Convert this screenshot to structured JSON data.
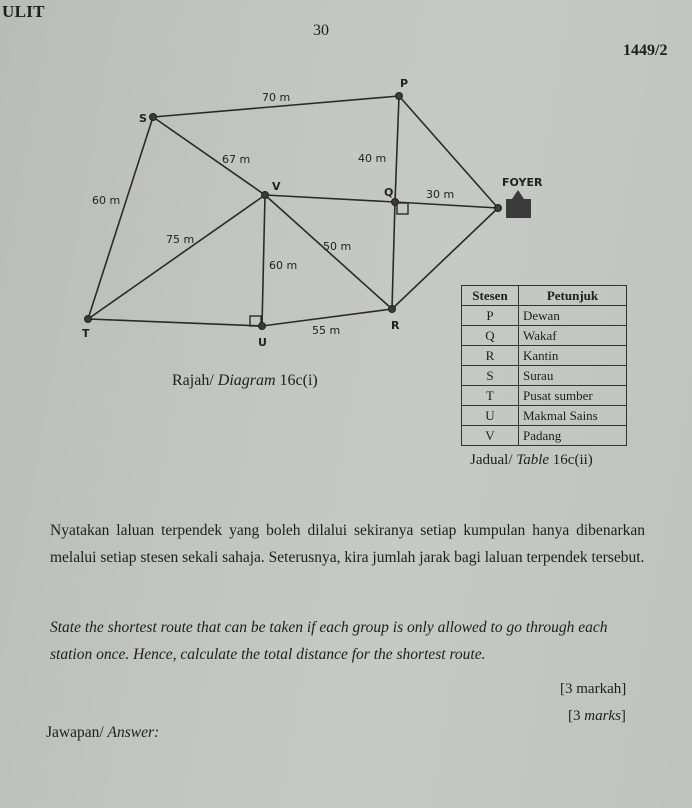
{
  "header": {
    "classification": "ULIT",
    "page_number": "30",
    "paper_code": "1449/2"
  },
  "diagram": {
    "caption_malay": "Rajah/ ",
    "caption_english": "Diagram",
    "caption_number": " 16c(i)",
    "nodes": [
      {
        "id": "P",
        "label": "P"
      },
      {
        "id": "Q",
        "label": "Q"
      },
      {
        "id": "R",
        "label": "R"
      },
      {
        "id": "S",
        "label": "S"
      },
      {
        "id": "T",
        "label": "T"
      },
      {
        "id": "U",
        "label": "U"
      },
      {
        "id": "V",
        "label": "V"
      },
      {
        "id": "FOYER",
        "label": "FOYER"
      }
    ],
    "edges": [
      {
        "from": "S",
        "to": "P",
        "label": "70 m"
      },
      {
        "from": "S",
        "to": "V",
        "label": "67 m"
      },
      {
        "from": "S",
        "to": "T",
        "label": "60 m"
      },
      {
        "from": "P",
        "to": "Q",
        "label": "40 m"
      },
      {
        "from": "Q",
        "to": "FOYER",
        "label": "30 m"
      },
      {
        "from": "T",
        "to": "V",
        "label": "75 m"
      },
      {
        "from": "V",
        "to": "R",
        "label": "50 m"
      },
      {
        "from": "V",
        "to": "U",
        "label": "60 m"
      },
      {
        "from": "U",
        "to": "R",
        "label": "55 m"
      },
      {
        "from": "V",
        "to": "Q",
        "label": ""
      },
      {
        "from": "P",
        "to": "FOYER",
        "label": ""
      },
      {
        "from": "Q",
        "to": "R",
        "label": ""
      },
      {
        "from": "R",
        "to": "FOYER",
        "label": ""
      },
      {
        "from": "T",
        "to": "U",
        "label": ""
      }
    ]
  },
  "table": {
    "headers": [
      "Stesen",
      "Petunjuk"
    ],
    "rows": [
      [
        "P",
        "Dewan"
      ],
      [
        "Q",
        "Wakaf"
      ],
      [
        "R",
        "Kantin"
      ],
      [
        "S",
        "Surau"
      ],
      [
        "T",
        "Pusat sumber"
      ],
      [
        "U",
        "Makmal Sains"
      ],
      [
        "V",
        "Padang"
      ]
    ],
    "caption_malay": "Jadual/ ",
    "caption_english": "Table",
    "caption_number": " 16c(ii)"
  },
  "question": {
    "malay": "Nyatakan laluan terpendek yang boleh dilalui sekiranya setiap kumpulan hanya dibenarkan melalui setiap stesen sekali sahaja. Seterusnya, kira jumlah jarak bagi laluan terpendek tersebut.",
    "english": "State the shortest route that can be taken if each group is only allowed to go through each station once. Hence, calculate the total distance for the shortest route.",
    "marks_malay": "[3 markah]",
    "marks_english_open": "[3 ",
    "marks_english_word": "marks",
    "marks_english_close": "]",
    "answer_label_malay": "Jawapan/ ",
    "answer_label_english": "Answer:"
  }
}
